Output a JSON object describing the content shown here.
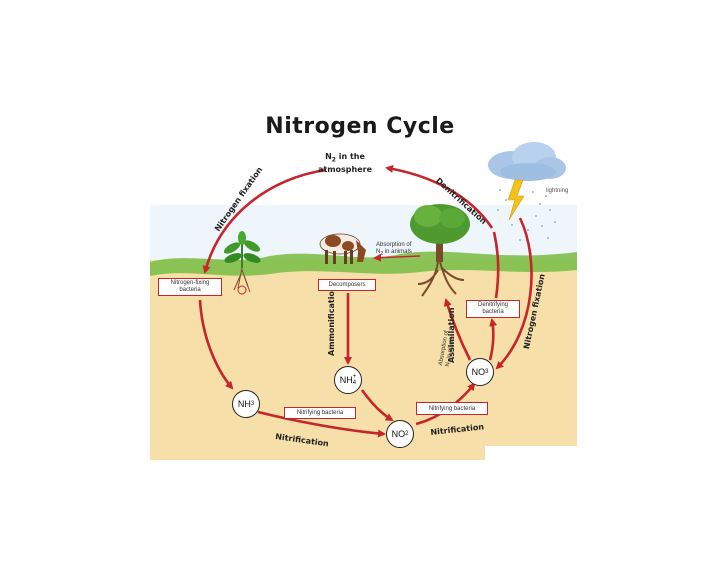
{
  "title": "Nitrogen Cycle",
  "atmosphere": {
    "line1_prefix": "N",
    "line1_sub": "2",
    "line1_suffix": " in the",
    "line2": "atmosphere"
  },
  "processes": {
    "nitrogen_fixation_left": "Nitrogen fixation",
    "denitrification": "Denitrification",
    "nitrogen_fixation_right": "Nitrogen fixation",
    "ammonification": "Ammonification",
    "assimilation": "Assimilation",
    "nitrification_bottom": "Nitrification",
    "nitrification_right": "Nitrification"
  },
  "boxes": {
    "nitrogen_fixing": "Nitrogen-fixing bacteria",
    "decomposers": "Decomposers",
    "denitrifying": "Denitrifying bacteria",
    "nitrifying_left": "Nitrifying bacteria",
    "nitrifying_right": "Nitrifying bacteria"
  },
  "nodes": {
    "nh3": {
      "base": "NH",
      "sub": "3",
      "sup": ""
    },
    "nh4": {
      "base": "NH",
      "sub": "4",
      "sup": "+"
    },
    "no2": {
      "base": "NO",
      "sub": "2",
      "sup": ""
    },
    "no3": {
      "base": "NO",
      "sub": "3",
      "sup": ""
    }
  },
  "annotations": {
    "absorption_line1": "Absorption of",
    "absorption_line2_prefix": "N",
    "absorption_line2_sub": "2",
    "absorption_line2_suffix": " in animals",
    "assimilation_line1": "Absorption of",
    "assimilation_line2": "N₂ in plants",
    "lightning": "lightning"
  },
  "icons": [
    "cloud-icon",
    "lightning-icon",
    "tree-icon",
    "cow-icon",
    "plant-icon"
  ],
  "colors": {
    "arrow": "#c6252b",
    "soil": "#f6dfa8",
    "sky": "#eef5fb",
    "grass": "#7fbf4a"
  }
}
